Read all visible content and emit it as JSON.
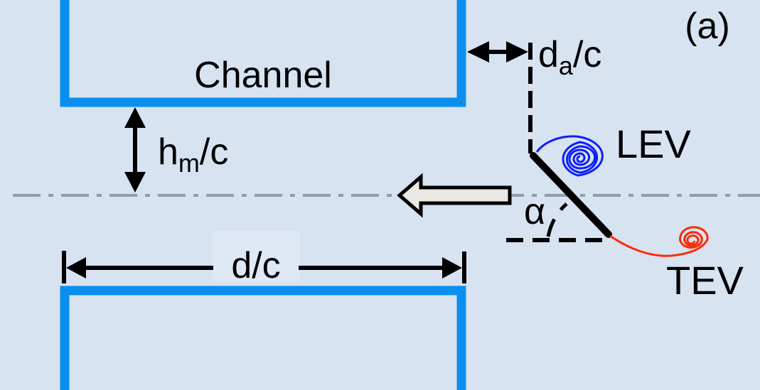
{
  "figure": {
    "panel_label": "(a)",
    "colors": {
      "background": "#d7e3f1",
      "wall": "#0a8ff0",
      "centerline": "#8f9cab",
      "ink": "#000000",
      "lev": "#0d1ffb",
      "tev": "#ff2a08",
      "arrow_fill": "#e9e8e3",
      "label_box": "#dfe9f5"
    }
  },
  "labels": {
    "channel": "Channel",
    "h_ratio": {
      "base": "h",
      "sub": "m",
      "rest": "/c"
    },
    "da_ratio": {
      "base": "d",
      "sub": "a",
      "rest": "/c"
    },
    "d_ratio": "d/c",
    "alpha": "α",
    "lev": "LEV",
    "tev": "TEV"
  }
}
